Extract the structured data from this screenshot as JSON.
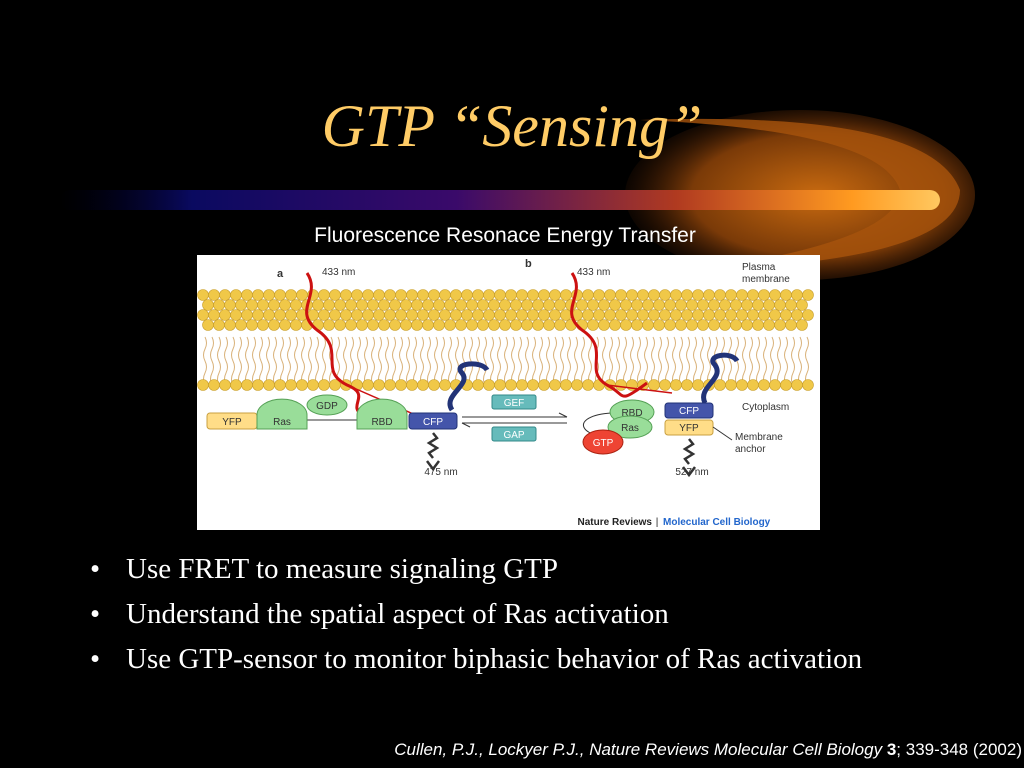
{
  "slide": {
    "title": "GTP “Sensing”",
    "subtitle": "Fluorescence Resonace Energy Transfer",
    "bullets": [
      "Use FRET to measure signaling GTP",
      "Understand the spatial aspect of Ras activation",
      "Use GTP-sensor to monitor biphasic behavior of Ras activation"
    ],
    "bullet_glyph": "•",
    "citation": {
      "authors_journal": "Cullen, P.J., Lockyer P.J., Nature Reviews Molecular Cell Biology",
      "volume": "3",
      "pages_year": "; 339-348 (2002)"
    }
  },
  "figure": {
    "panel_a": "a",
    "panel_b": "b",
    "excitation_a": "433 nm",
    "excitation_b": "433 nm",
    "plasma_membrane_1": "Plasma",
    "plasma_membrane_2": "membrane",
    "cytoplasm": "Cytoplasm",
    "membrane_anchor_1": "Membrane",
    "membrane_anchor_2": "anchor",
    "yfp": "YFP",
    "ras": "Ras",
    "gdp": "GDP",
    "rbd": "RBD",
    "cfp": "CFP",
    "gef": "GEF",
    "gap": "GAP",
    "gtp": "GTP",
    "emission_a": "475 nm",
    "emission_b": "527 nm",
    "credit_left": "Nature Reviews",
    "credit_sep": "|",
    "credit_right": "Molecular Cell Biology"
  },
  "colors": {
    "title": "#ffcc66",
    "text": "#ffffff",
    "background": "#000000",
    "yfp": "#ffdd88",
    "ras": "#99dd99",
    "cfp": "#4455aa",
    "gef_gap": "#66bbbb",
    "gtp": "#ee4433",
    "lipid_head": "#f0c848",
    "credit_blue": "#2266cc"
  }
}
